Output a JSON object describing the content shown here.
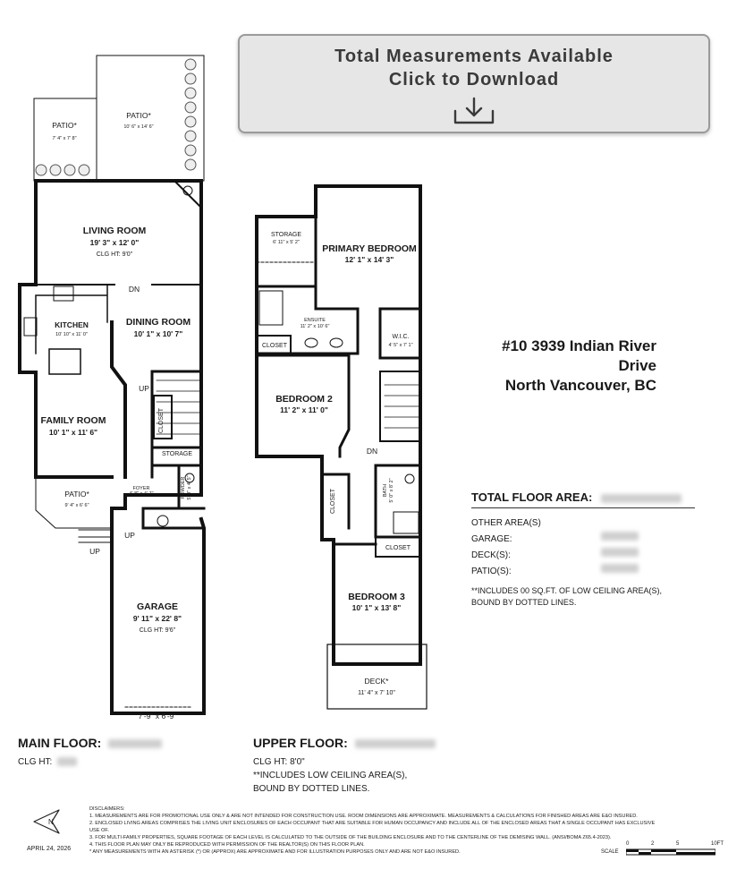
{
  "download": {
    "line1": "Total Measurements Available",
    "line2": "Click to Download",
    "icon": "download-icon"
  },
  "address": {
    "line1": "#10 3939 Indian River Drive",
    "line2": "North Vancouver, BC"
  },
  "main_floor": {
    "title": "MAIN FLOOR:",
    "clg_label": "CLG HT:",
    "rooms": {
      "patio_small": {
        "name": "PATIO*",
        "dims": "7' 4\" x 7' 8\""
      },
      "patio_big": {
        "name": "PATIO*",
        "dims": "10' 6\" x 14' 6\""
      },
      "living": {
        "name": "LIVING ROOM",
        "dims": "19' 3\" x 12' 0\"",
        "clg": "CLG HT: 9'0\""
      },
      "kitchen": {
        "name": "KITCHEN",
        "dims": "10' 10\" x 11' 0\""
      },
      "dining": {
        "name": "DINING ROOM",
        "dims": "10' 1\" x 10' 7\""
      },
      "family": {
        "name": "FAMILY ROOM",
        "dims": "10' 1\" x 11' 6\""
      },
      "patio_lower": {
        "name": "PATIO*",
        "dims": "9' 4\" x 6' 6\""
      },
      "foyer": {
        "name": "FOYER",
        "dims": "4' 8\" x 4' 7\""
      },
      "powder": {
        "name": "POWDER",
        "dims": "5' 0\" x 4' 5\""
      },
      "closet": {
        "name": "CLOSET"
      },
      "storage": {
        "name": "STORAGE"
      },
      "garage": {
        "name": "GARAGE",
        "dims": "9' 11\" x 22' 8\"",
        "clg": "CLG HT: 9'6\""
      }
    },
    "marks": {
      "dn": "DN",
      "up1": "UP",
      "up2": "UP",
      "up3": "UP"
    },
    "garage_door": "7'-9\" x 6'-9\""
  },
  "upper_floor": {
    "title": "UPPER FLOOR:",
    "clg": "CLG HT: 8'0\"",
    "note_line1": "**INCLUDES LOW CEILING AREA(S),",
    "note_line2": "BOUND BY DOTTED LINES.",
    "rooms": {
      "storage": {
        "name": "STORAGE",
        "dims": "6' 11\" x 5' 2\""
      },
      "primary": {
        "name": "PRIMARY BEDROOM",
        "dims": "12' 1\" x 14' 3\""
      },
      "ensuite": {
        "name": "ENSUITE",
        "dims": "11' 2\" x 10' 6\""
      },
      "wic": {
        "name": "W.I.C.",
        "dims": "4' 5\" x 7' 1\""
      },
      "closet1": {
        "name": "CLOSET"
      },
      "bedroom2": {
        "name": "BEDROOM 2",
        "dims": "11' 2\" x 11' 0\""
      },
      "closet2": {
        "name": "CLOSET"
      },
      "bath": {
        "name": "BATH",
        "dims": "5' 0\" x 8' 2\""
      },
      "closet3": {
        "name": "CLOSET"
      },
      "bedroom3": {
        "name": "BEDROOM 3",
        "dims": "10' 1\" x 13' 8\""
      },
      "deck": {
        "name": "DECK*",
        "dims": "11' 4\" x 7' 10\""
      }
    },
    "marks": {
      "dn": "DN"
    }
  },
  "areas": {
    "total_label": "TOTAL FLOOR AREA:",
    "other_label": "OTHER AREA(S)",
    "garage_label": "GARAGE:",
    "deck_label": "DECK(S):",
    "patio_label": "PATIO(S):",
    "note_line1": "**INCLUDES 00 SQ.FT. OF LOW CEILING AREA(S),",
    "note_line2": "BOUND BY DOTTED LINES."
  },
  "disclaimers": {
    "title": "DISCLAIMERS:",
    "lines": [
      "1. MEASUREMENTS ARE FOR PROMOTIONAL USE ONLY & ARE NOT INTENDED FOR CONSTRUCTION USE. ROOM DIMENSIONS ARE APPROXIMATE. MEASUREMENTS & CALCULATIONS FOR FINISHED AREAS ARE E&O INSURED.",
      "2. ENCLOSED LIVING AREAS COMPRISES THE LIVING UNIT ENCLOSURES OF EACH OCCUPANT THAT ARE SUITABLE FOR HUMAN OCCUPANCY AND INCLUDE ALL OF THE ENCLOSED AREAS THAT A SINGLE OCCUPANT HAS EXCLUSIVE USE OF.",
      "3. FOR MULTI-FAMILY PROPERTIES, SQUARE FOOTAGE OF EACH LEVEL IS CALCULATED TO THE OUTSIDE OF THE BUILDING ENCLOSURE AND TO THE CENTERLINE OF THE DEMISING WALL. (ANSI/BOMA Z65.4-2023).",
      "4. THIS FLOOR PLAN MAY ONLY BE REPRODUCED WITH PERMISSION OF THE REALTOR(S) ON THIS FLOOR PLAN.",
      "* ANY MEASUREMENTS WITH AN ASTERISK (*) OR (APPROX) ARE APPROXIMATE AND FOR ILLUSTRATION PURPOSES ONLY AND ARE NOT E&O INSURED."
    ]
  },
  "date": "APRIL 24, 2026",
  "north": {
    "letter": "N",
    "icon": "north-arrow-icon"
  },
  "scale": {
    "label": "SCALE",
    "ticks": [
      "0",
      "2",
      "5",
      "10FT"
    ]
  }
}
